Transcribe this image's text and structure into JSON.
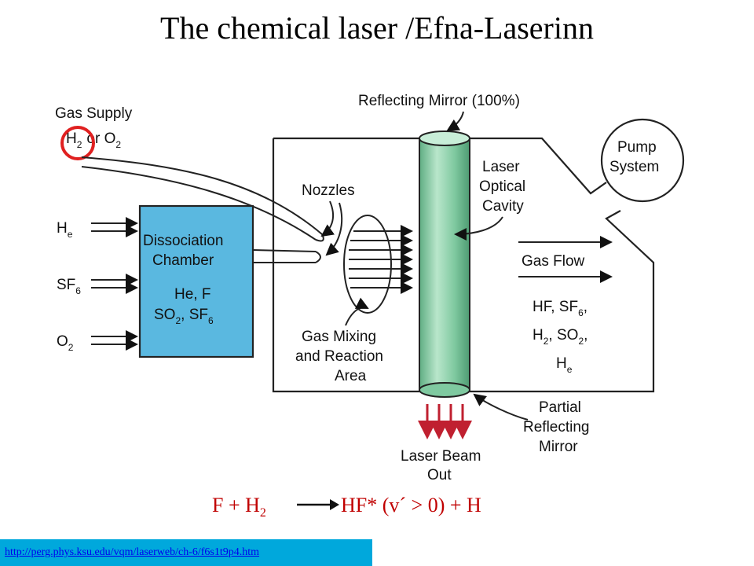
{
  "slide": {
    "title": "The chemical laser /Efna-Laserinn"
  },
  "diagram": {
    "gas_supply": [
      "Gas Supply",
      "H",
      "2",
      "or O",
      "2"
    ],
    "reflecting_mirror": "Reflecting Mirror (100%)",
    "pump_system": [
      "Pump",
      "System"
    ],
    "laser_optical_cavity": [
      "Laser",
      "Optical",
      "Cavity"
    ],
    "nozzles": "Nozzles",
    "dissociation_chamber": [
      "Dissociation",
      "Chamber",
      "He, F",
      "SO",
      "2",
      ", SF",
      "6"
    ],
    "inputs": [
      {
        "base": "H",
        "sub": "e"
      },
      {
        "base": "SF",
        "sub": "6"
      },
      {
        "base": "O",
        "sub": "2"
      }
    ],
    "gas_flow": "Gas Flow",
    "exhaust": [
      "HF, SF",
      "6",
      ",",
      "H",
      "2",
      ", SO",
      "2",
      ",",
      "H",
      "e"
    ],
    "mixing_area": [
      "Gas Mixing",
      "and Reaction",
      "Area"
    ],
    "partial_mirror": [
      "Partial",
      "Reflecting",
      "Mirror"
    ],
    "beam_out": [
      "Laser Beam",
      "Out"
    ],
    "colors": {
      "chamber_fill": "#5ab8e0",
      "tube_fill": "#7fc9a0",
      "highlight_circle": "#e02020",
      "beam_arrows": "#c02030",
      "equation": "#c00000",
      "url_bar": "#00a8dc"
    }
  },
  "equation": {
    "left": "F + H",
    "left_sub": "2",
    "right": "HF* (v´ > 0) + H"
  },
  "footer": {
    "url": "http://perg.phys.ksu.edu/vqm/laserweb/ch-6/f6s1t9p4.htm"
  }
}
